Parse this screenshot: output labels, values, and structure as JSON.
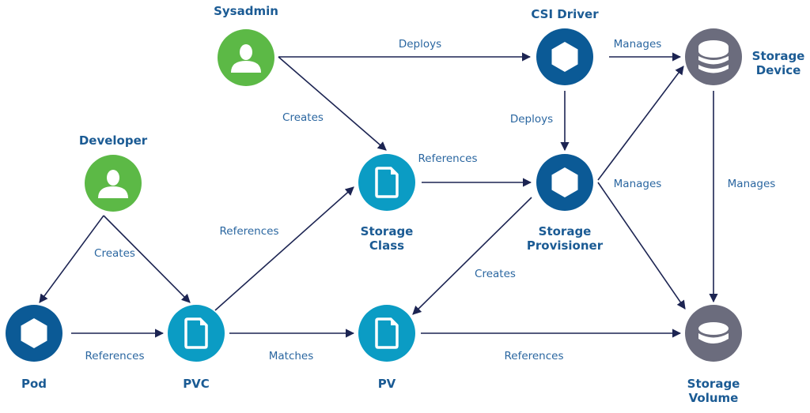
{
  "colors": {
    "person": "#5cb946",
    "component": "#0b5a96",
    "resource": "#0b9cc4",
    "storage": "#6b6c7d",
    "arrow": "#1c2452",
    "title_text": "#1b5b94",
    "edge_text": "#2a66a0"
  },
  "nodes": {
    "sysadmin": {
      "label": [
        "Sysadmin"
      ],
      "icon": "person-icon",
      "kind": "person"
    },
    "csi_driver": {
      "label": [
        "CSI Driver"
      ],
      "icon": "hexagon-icon",
      "kind": "component"
    },
    "storage_device": {
      "label": [
        "Storage",
        "Device"
      ],
      "icon": "database-icon",
      "kind": "storage"
    },
    "developer": {
      "label": [
        "Developer"
      ],
      "icon": "person-icon",
      "kind": "person"
    },
    "storage_class": {
      "label": [
        "Storage",
        "Class"
      ],
      "icon": "document-icon",
      "kind": "resource"
    },
    "storage_provisioner": {
      "label": [
        "Storage",
        "Provisioner"
      ],
      "icon": "hexagon-icon",
      "kind": "component"
    },
    "pod": {
      "label": [
        "Pod"
      ],
      "icon": "hexagon-icon",
      "kind": "component"
    },
    "pvc": {
      "label": [
        "PVC"
      ],
      "icon": "document-icon",
      "kind": "resource"
    },
    "pv": {
      "label": [
        "PV"
      ],
      "icon": "document-icon",
      "kind": "resource"
    },
    "storage_volume": {
      "label": [
        "Storage",
        "Volume"
      ],
      "icon": "disk-icon",
      "kind": "storage"
    }
  },
  "edges": [
    {
      "from": "sysadmin",
      "to": "csi_driver",
      "label": "Deploys"
    },
    {
      "from": "sysadmin",
      "to": "storage_class",
      "label": "Creates"
    },
    {
      "from": "csi_driver",
      "to": "storage_device",
      "label": "Manages"
    },
    {
      "from": "csi_driver",
      "to": "storage_provisioner",
      "label": "Deploys"
    },
    {
      "from": "storage_provisioner",
      "to": "storage_device",
      "label": "Manages"
    },
    {
      "from": "storage_provisioner",
      "to": "storage_volume",
      "label": ""
    },
    {
      "from": "storage_device",
      "to": "storage_volume",
      "label": "Manages"
    },
    {
      "from": "storage_class",
      "to": "storage_provisioner",
      "label": "References"
    },
    {
      "from": "developer",
      "to": "pod",
      "label": "Creates"
    },
    {
      "from": "developer",
      "to": "pvc",
      "label": ""
    },
    {
      "from": "pvc",
      "to": "storage_class",
      "label": "References"
    },
    {
      "from": "pod",
      "to": "pvc",
      "label": "References"
    },
    {
      "from": "pvc",
      "to": "pv",
      "label": "Matches"
    },
    {
      "from": "storage_provisioner",
      "to": "pv",
      "label": "Creates"
    },
    {
      "from": "pv",
      "to": "storage_volume",
      "label": "References"
    }
  ]
}
